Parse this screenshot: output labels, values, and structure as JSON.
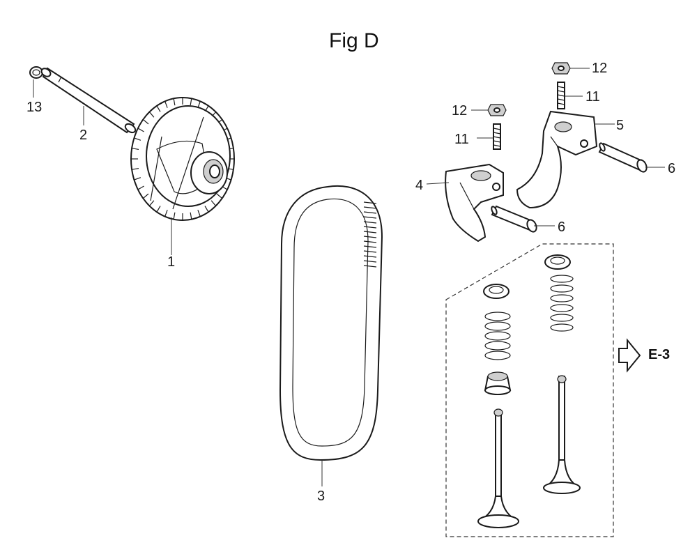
{
  "title": "Fig D",
  "reference": "E-3",
  "callouts": [
    "1",
    "2",
    "3",
    "4",
    "5",
    "6",
    "6",
    "11",
    "11",
    "12",
    "12",
    "13"
  ],
  "parts": [
    {
      "number": "1",
      "name": "camshaft-pulley"
    },
    {
      "number": "2",
      "name": "shaft"
    },
    {
      "number": "3",
      "name": "timing-belt"
    },
    {
      "number": "4",
      "name": "rocker-arm"
    },
    {
      "number": "5",
      "name": "rocker-arm"
    },
    {
      "number": "6",
      "name": "rocker-shaft"
    },
    {
      "number": "11",
      "name": "adjusting-screw"
    },
    {
      "number": "12",
      "name": "lock-nut"
    },
    {
      "number": "13",
      "name": "snap-ring"
    }
  ],
  "colors": {
    "ink": "#1a1a1a",
    "background": "#ffffff"
  }
}
